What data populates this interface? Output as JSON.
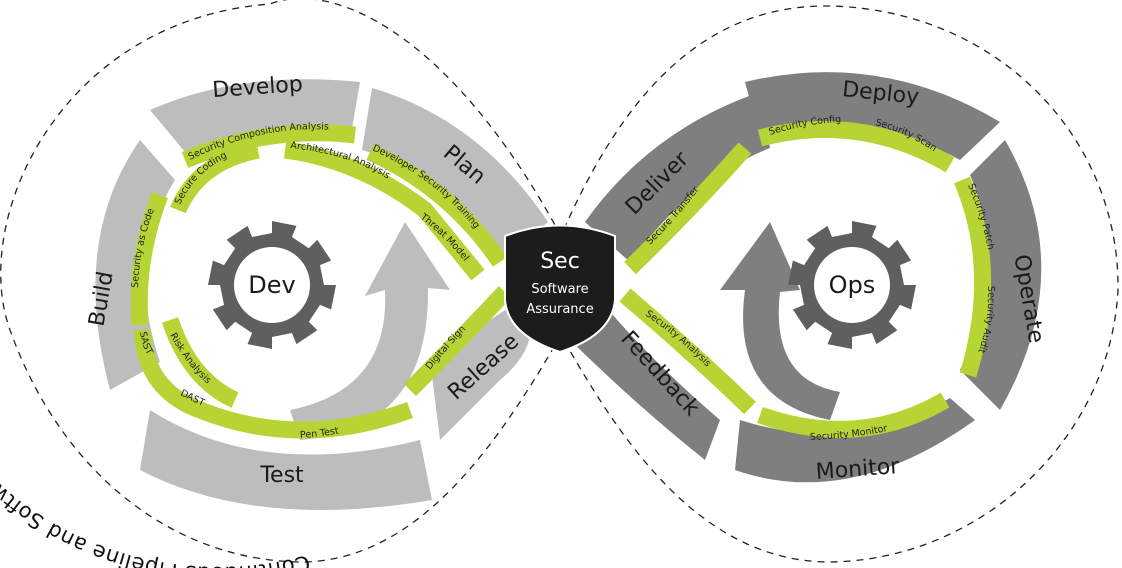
{
  "title_arc": "Continuous Pipeline and Software Assurance Improvements",
  "center": {
    "line1": "Sec",
    "line2": "Software",
    "line3": "Assurance"
  },
  "dev_gear": "Dev",
  "ops_gear": "Ops",
  "stages": {
    "develop": "Develop",
    "plan": "Plan",
    "build": "Build",
    "test": "Test",
    "release": "Release",
    "deliver": "Deliver",
    "deploy": "Deploy",
    "operate": "Operate",
    "monitor": "Monitor",
    "feedback": "Feedback"
  },
  "dev_security": {
    "sca": "Security Composition Analysis",
    "secure_coding": "Secure Coding",
    "architectural_analysis": "Architectural Analysis",
    "developer_training": "Developer Security Training",
    "threat_model": "Threat Model",
    "security_as_code": "Security as Code",
    "sast": "SAST",
    "risk_analysis": "Risk Analysis",
    "dast": "DAST",
    "pen_test": "Pen Test",
    "digital_sign": "Digital Sign"
  },
  "ops_security": {
    "secure_transfer": "Secure Transfer",
    "security_config": "Security Config",
    "security_scan": "Security Scan",
    "security_patch": "Security Patch",
    "security_audit": "Security Audit",
    "security_analysis": "Security Analysis",
    "security_monitor": "Security Monitor"
  },
  "colors": {
    "dev_grey": "#bdbdbd",
    "ops_grey": "#7f7f7f",
    "lime": "#b6d534",
    "gear": "#5f5f5f",
    "shield": "#1c1c1c"
  }
}
